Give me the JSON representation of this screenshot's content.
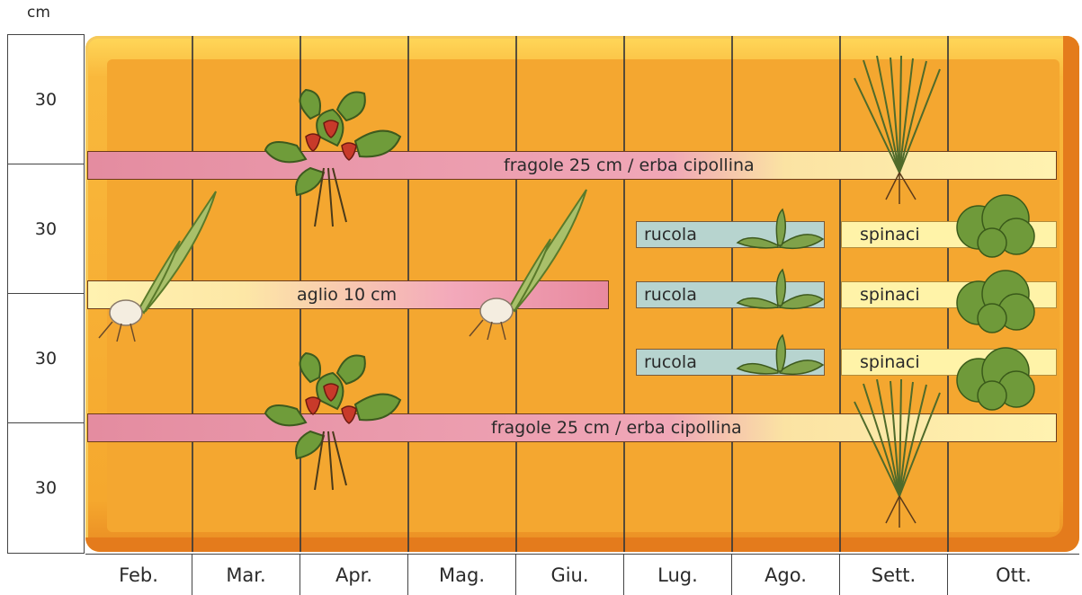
{
  "unit": "cm",
  "rows": [
    "30",
    "30",
    "30",
    "30"
  ],
  "months": [
    "Feb.",
    "Mar.",
    "Apr.",
    "Mag.",
    "Giu.",
    "Lug.",
    "Ago.",
    "Sett.",
    "Ott."
  ],
  "bands": {
    "fragole_top": "fragole 25 cm / erba cipollina",
    "aglio": "aglio 10 cm",
    "rucola": [
      "rucola",
      "rucola",
      "rucola"
    ],
    "spinaci": [
      "spinaci",
      "spinaci",
      "spinaci"
    ],
    "fragole_bottom": "fragole 25 cm / erba cipollina"
  },
  "plants": [
    "strawberry",
    "strawberry",
    "chives",
    "chives",
    "garlic",
    "garlic",
    "arugula",
    "arugula",
    "arugula",
    "spinach",
    "spinach",
    "spinach"
  ],
  "colors": {
    "bed": "#f5a82e",
    "fragole": "#e8899f",
    "rucola": "#b7d4cf",
    "spinaci": "#fff3a8"
  }
}
